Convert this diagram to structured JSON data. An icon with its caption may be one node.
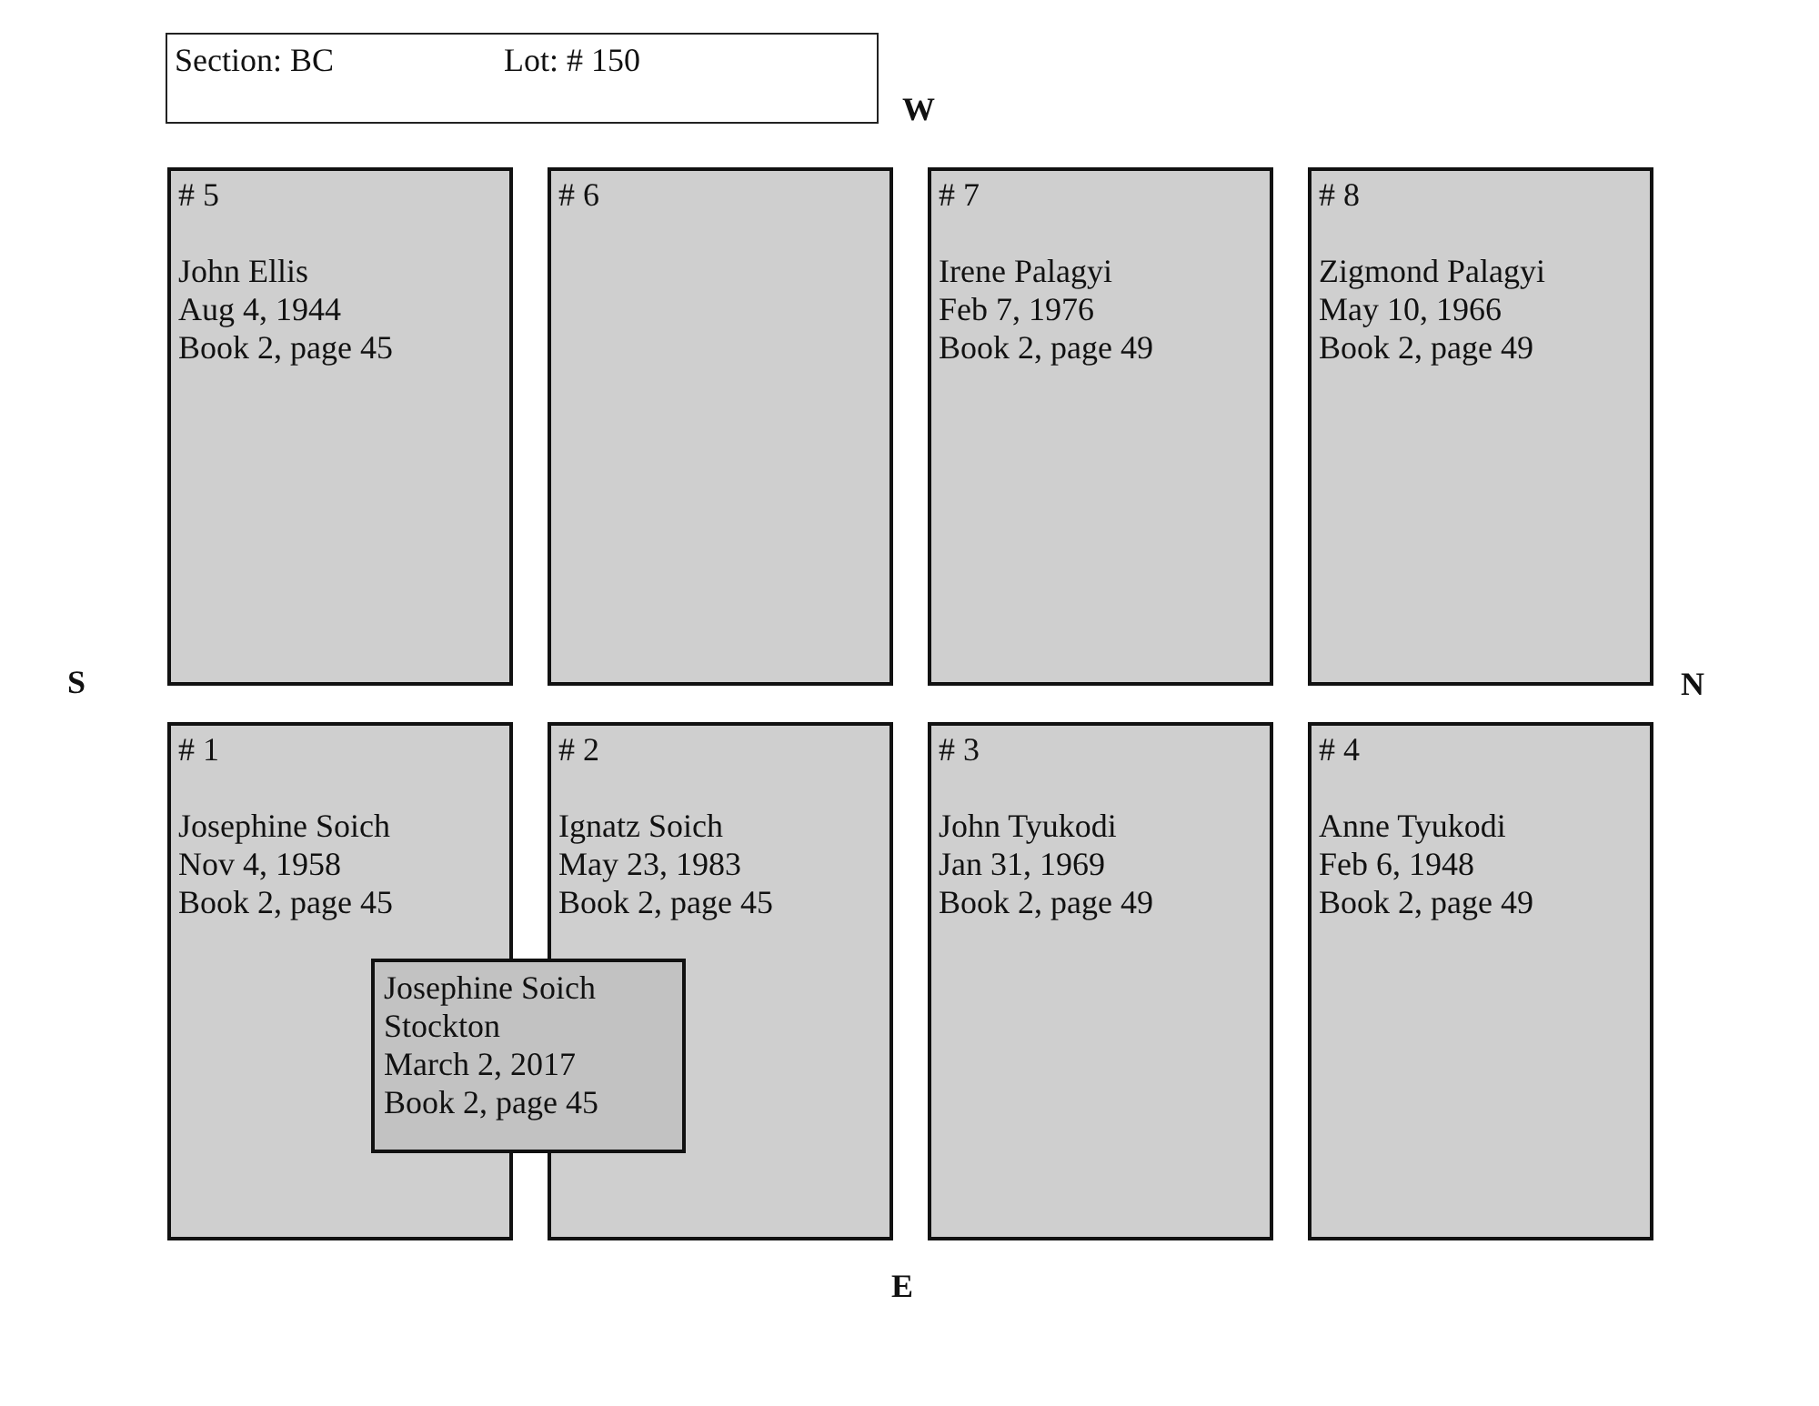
{
  "diagram": {
    "nodes": [
      {
        "text": [
          "Section: BC",
          "Lot: # 150"
        ]
      },
      {
        "text": [
          "# 5",
          "John Ellis",
          "Aug 4, 1944",
          "Book 2, page 45"
        ]
      },
      {
        "text": [
          "# 6"
        ]
      },
      {
        "text": [
          "# 7",
          "Irene Palagyi",
          "Feb 7, 1976",
          "Book 2, page 49"
        ]
      },
      {
        "text": [
          "# 8",
          "Zigmond Palagyi",
          "May 10, 1966",
          "Book 2, page 49"
        ]
      },
      {
        "text": [
          "# 1",
          "Josephine Soich",
          "Nov 4, 1958",
          "Book 2, page 45"
        ]
      },
      {
        "text": [
          "# 2",
          "Ignatz Soich",
          "May 23, 1983",
          "Book 2, page 45"
        ]
      },
      {
        "text": [
          "# 3",
          "John Tyukodi",
          "Jan 31, 1969",
          "Book 2, page 49"
        ]
      },
      {
        "text": [
          "# 4",
          "Anne Tyukodi",
          "Feb 6, 1948",
          "Book 2, page 49"
        ]
      },
      {
        "text": [
          "Josephine Soich Stockton",
          "March 2, 2017",
          "Book 2, page 45"
        ]
      }
    ],
    "labels": [
      "W",
      "S",
      "N",
      "E"
    ]
  }
}
